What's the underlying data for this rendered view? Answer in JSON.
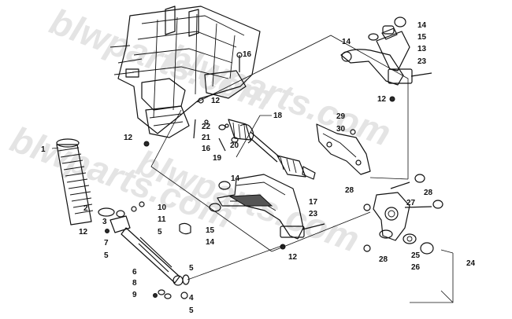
{
  "watermarks": [
    {
      "text": "blwparts.com"
    },
    {
      "text": "blwparts.com"
    },
    {
      "text": "blwparts.com"
    },
    {
      "text": "blwparts.com"
    }
  ],
  "callouts": {
    "c1": "1",
    "c2": "2",
    "c3": "3",
    "c4": "4",
    "c5a": "5",
    "c5b": "5",
    "c5c": "5",
    "c5d": "5",
    "c6": "6",
    "c7": "7",
    "c8": "8",
    "c9": "9",
    "c10": "10",
    "c11": "11",
    "c12a": "12",
    "c12b": "12",
    "c12c": "12",
    "c12d": "12",
    "c12e": "12",
    "c13": "13",
    "c14a": "14",
    "c14b": "14",
    "c14c": "14",
    "c14d": "14",
    "c15a": "15",
    "c15b": "15",
    "c16a": "16",
    "c16b": "16",
    "c17": "17",
    "c18": "18",
    "c19": "19",
    "c20": "20",
    "c21": "21",
    "c22": "22",
    "c23a": "23",
    "c23b": "23",
    "c24": "24",
    "c25": "25",
    "c26": "26",
    "c27": "27",
    "c28a": "28",
    "c28b": "28",
    "c28c": "28",
    "c29": "29",
    "c30": "30"
  }
}
